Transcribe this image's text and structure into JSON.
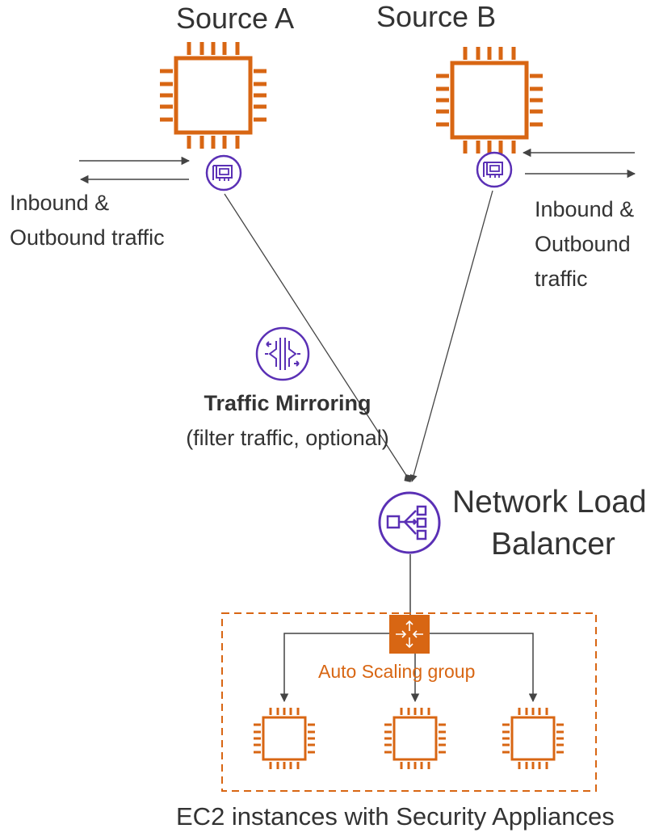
{
  "sources": {
    "a_title": "Source A",
    "b_title": "Source B"
  },
  "traffic_labels": {
    "a_line1": "Inbound &",
    "a_line2": "Outbound traffic",
    "b_line1": "Inbound &",
    "b_line2": "Outbound",
    "b_line3": "traffic"
  },
  "traffic_mirroring": {
    "title": "Traffic Mirroring",
    "subtitle": "(filter traffic, optional)"
  },
  "load_balancer": {
    "line1": "Network Load",
    "line2": "Balancer"
  },
  "auto_scaling": {
    "label": "Auto Scaling group"
  },
  "caption": "EC2 instances with Security Appliances",
  "icons": {
    "ec2": "ec2-instance-icon",
    "eni": "network-interface-icon",
    "mirroring": "traffic-mirroring-icon",
    "nlb": "network-load-balancer-icon",
    "asg": "auto-scaling-group-icon"
  },
  "colors": {
    "ec2_orange": "#d86613",
    "network_purple": "#5a30b5",
    "line": "#444444",
    "text": "#333333"
  }
}
